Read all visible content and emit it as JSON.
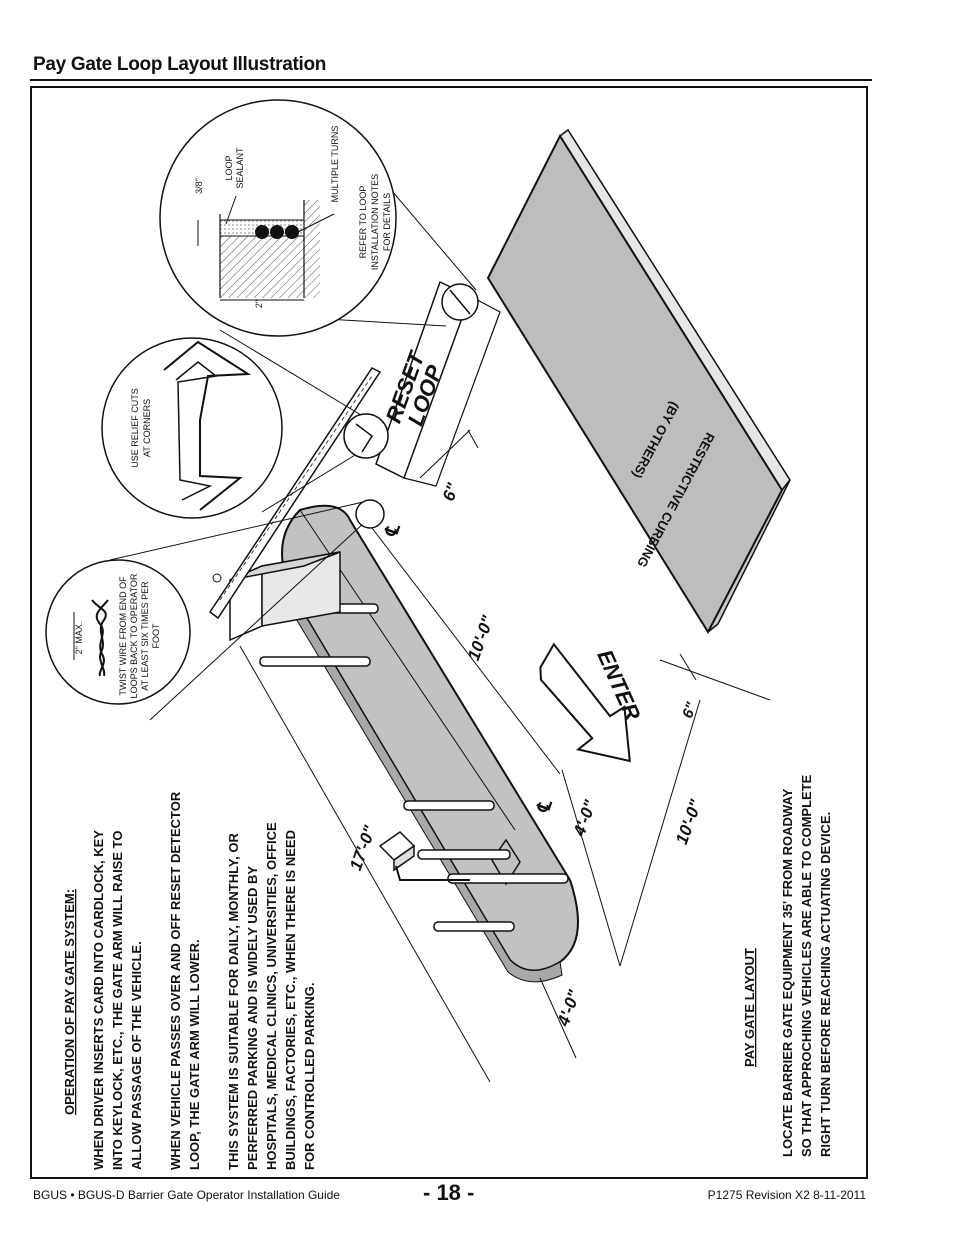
{
  "header": {
    "title": "Pay Gate Loop Layout Illustration"
  },
  "footer": {
    "left": "BGUS • BGUS-D Barrier Gate Operator Installation Guide",
    "page": "- 18 -",
    "right": "P1275 Revision X2 8-11-2011"
  },
  "operation": {
    "heading": "OPERATION OF PAY GATE SYSTEM:",
    "para1": [
      "WHEN DRIVER INSERTS CARD INTO CARDLOCK, KEY",
      "INTO KEYLOCK, ETC., THE GATE ARM WILL RAISE TO",
      "ALLOW PASSAGE OF THE VEHICLE."
    ],
    "para2": [
      "WHEN VEHICLE PASSES OVER AND OFF RESET DETECTOR",
      "LOOP, THE GATE ARM WILL LOWER."
    ],
    "para3": [
      "THIS SYSTEM IS SUITABLE FOR DAILY, MONTHLY, OR",
      "PERFERRED PARKING AND IS WIDELY USED BY",
      "HOSPITALS, MEDICAL CLINICS, UNIVERSITIES, OFFICE",
      "BUILDINGS, FACTORIES, ETC., WHEN THERE IS NEED",
      "FOR CONTROLLED PARKING."
    ]
  },
  "layout_note": {
    "heading": "PAY GATE LAYOUT",
    "lines": [
      "LOCATE BARRIER GATE EQUIPMENT 35' FROM ROADWAY",
      "SO THAT APPROCHING VEHICLES ARE ABLE TO COMPLETE",
      "RIGHT TURN BEFORE REACHING ACTUATING DEVICE."
    ]
  },
  "details": {
    "twist": {
      "dim": "2\" MAX.",
      "lines": [
        "TWIST WIRE FROM END OF",
        "LOOPS BACK TO OPERATOR",
        "AT LEAST SIX TIMES PER",
        "FOOT"
      ]
    },
    "relief": {
      "lines": [
        "USE RELIEF CUTS",
        "AT CORNERS"
      ]
    },
    "section": {
      "depth": "3/8\"",
      "sealant": [
        "LOOP",
        "SEALANT"
      ],
      "turns": "MULTIPLE TURNS",
      "width": "2\"",
      "refer": [
        "REFER TO LOOP",
        "INSTALLATION NOTES",
        "FOR DETAILS"
      ]
    }
  },
  "labels": {
    "reset_loop": [
      "RESET",
      "LOOP"
    ],
    "curb": [
      "RESTRICTIVE CURBING",
      "(BY OTHERS)"
    ],
    "enter": "ENTER",
    "cl": "℄",
    "dim_6a": "6\"",
    "dim_10a": "10'-0\"",
    "dim_6b": "6\"",
    "dim_10b": "10'-0\"",
    "dim_4a": "4'-0\"",
    "dim_4b": "4'-0\"",
    "dim_17": "17'-0\""
  }
}
